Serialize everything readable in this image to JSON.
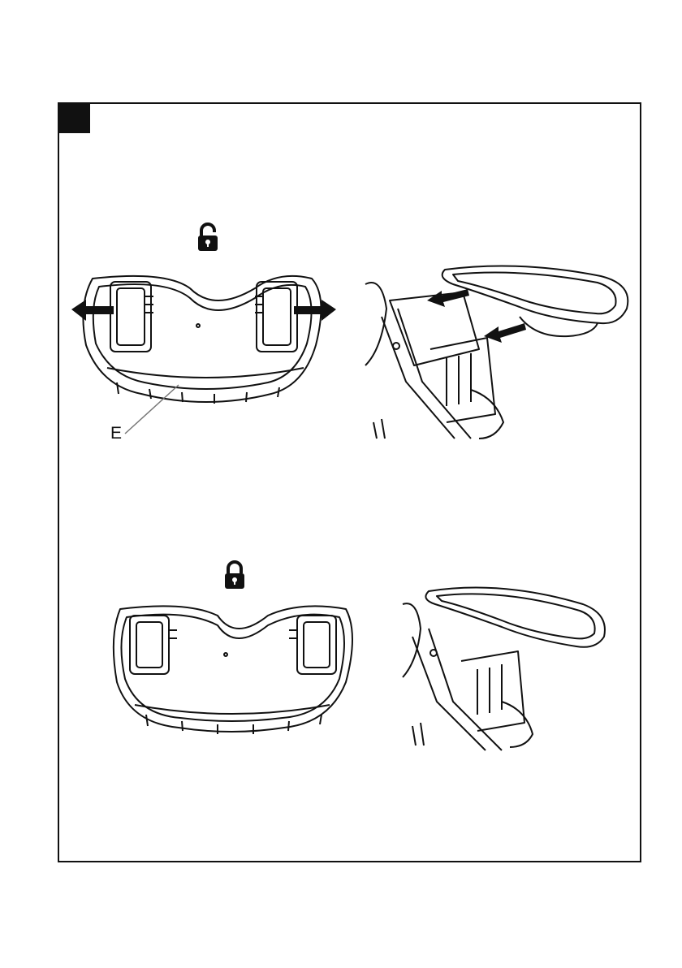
{
  "page": {
    "step": "",
    "callout_label": "E"
  },
  "figures": {
    "unlock": {
      "icon": "unlocked-padlock-icon"
    },
    "lock": {
      "icon": "locked-padlock-icon"
    },
    "tray_bottom": "tray-underside",
    "tray_side": "tray-on-chair"
  }
}
